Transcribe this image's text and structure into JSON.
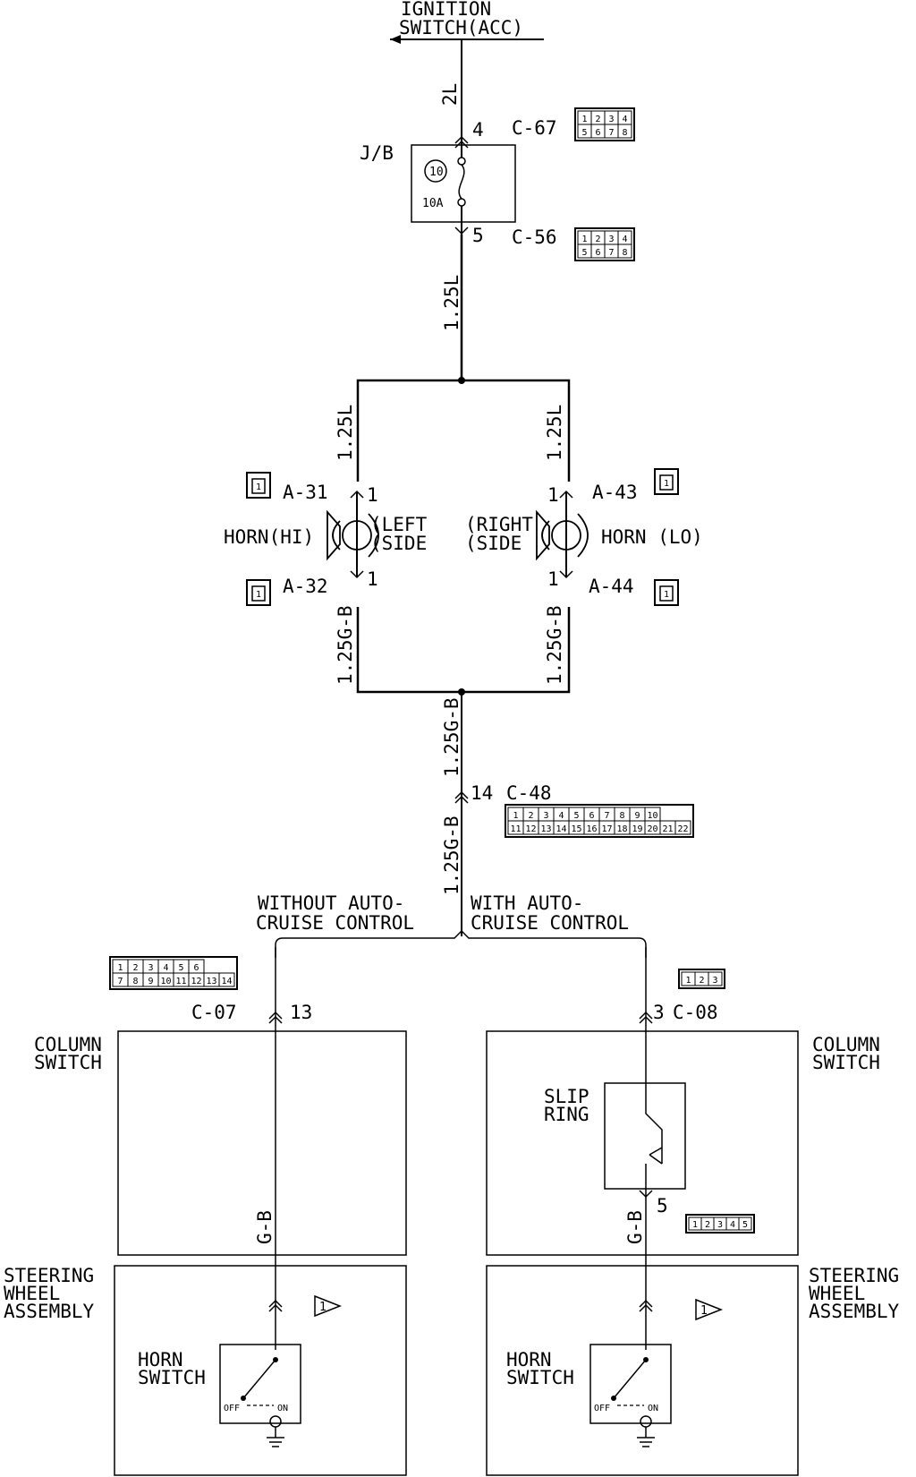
{
  "top": {
    "title_line1": "IGNITION",
    "title_line2": "SWITCH(ACC)",
    "wire": "2L"
  },
  "jb": {
    "label": "J/B",
    "fuse_number": "10",
    "fuse_rating": "10A",
    "pin_in": "4",
    "pin_out": "5",
    "conn_in": "C-67",
    "conn_out": "C-56",
    "conn_in_pins": [
      "1",
      "2",
      "3",
      "4",
      "5",
      "6",
      "7",
      "8"
    ],
    "conn_out_pins": [
      "1",
      "2",
      "3",
      "4",
      "5",
      "6",
      "7",
      "8"
    ]
  },
  "wires": {
    "main": "1.25L",
    "left_top": "1.25L",
    "right_top": "1.25L",
    "left_bottom": "1.25G-B",
    "right_bottom": "1.25G-B",
    "ground_up": "1.25G-B",
    "ground_down": "1.25G-B",
    "left_low": "G-B",
    "right_low": "G-B"
  },
  "horns": {
    "left_label": "HORN(HI)",
    "right_label": "HORN (LO)",
    "left_side_line1": "(LEFT",
    "left_side_line2": "(SIDE",
    "right_side_line1": "(RIGHT",
    "right_side_line2": "(SIDE",
    "left_top_conn": "A-31",
    "left_bottom_conn": "A-32",
    "right_top_conn": "A-43",
    "right_bottom_conn": "A-44",
    "pin": "1",
    "conn_pin": "1"
  },
  "ground_conn": {
    "name": "C-48",
    "pin": "14",
    "pins_row1": [
      "1",
      "2",
      "3",
      "4",
      "5",
      "6",
      "7",
      "8",
      "9",
      "10"
    ],
    "pins_row2": [
      "11",
      "12",
      "13",
      "14",
      "15",
      "16",
      "17",
      "18",
      "19",
      "20",
      "21",
      "22"
    ]
  },
  "branches": {
    "left_line1": "WITHOUT AUTO-",
    "left_line2": "CRUISE CONTROL",
    "right_line1": "WITH AUTO-",
    "right_line2": "CRUISE CONTROL"
  },
  "left_section": {
    "conn": "C-07",
    "pin": "13",
    "conn_pins_row1": [
      "1",
      "2",
      "3",
      "4",
      "5",
      "6"
    ],
    "conn_pins_row2": [
      "7",
      "8",
      "9",
      "10",
      "11",
      "12",
      "13",
      "14"
    ],
    "column_switch_line1": "COLUMN",
    "column_switch_line2": "SWITCH",
    "steering_line1": "STEERING",
    "steering_line2": "WHEEL",
    "steering_line3": "ASSEMBLY",
    "horn_switch_line1": "HORN",
    "horn_switch_line2": "SWITCH",
    "off": "OFF",
    "on": "ON",
    "note": "1"
  },
  "right_section": {
    "conn": "C-08",
    "pin": "3",
    "conn_pins": [
      "1",
      "2",
      "3"
    ],
    "column_switch_line1": "COLUMN",
    "column_switch_line2": "SWITCH",
    "slip_ring_line1": "SLIP",
    "slip_ring_line2": "RING",
    "slip_pin": "5",
    "slip_conn_pins": [
      "1",
      "2",
      "3",
      "4",
      "5"
    ],
    "steering_line1": "STEERING",
    "steering_line2": "WHEEL",
    "steering_line3": "ASSEMBLY",
    "horn_switch_line1": "HORN",
    "horn_switch_line2": "SWITCH",
    "off": "OFF",
    "on": "ON",
    "note": "1"
  }
}
